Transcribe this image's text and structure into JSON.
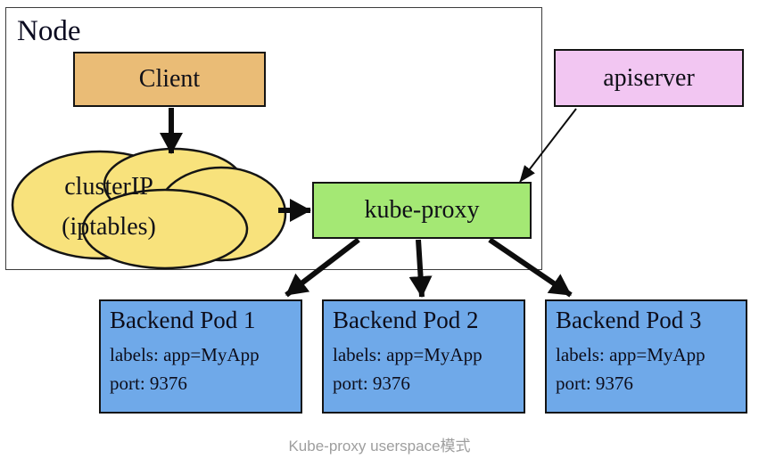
{
  "caption": "Kube-proxy userspace模式",
  "node_frame": {
    "label": "Node"
  },
  "client": {
    "label": "Client",
    "fill": "#eabc76"
  },
  "cluster_ip": {
    "line1": "clusterIP",
    "line2": "(iptables)",
    "fill": "#f8e27c"
  },
  "kube_proxy": {
    "label": "kube-proxy",
    "fill": "#a4e874"
  },
  "apiserver": {
    "label": "apiserver",
    "fill": "#f2c6f2"
  },
  "pods": [
    {
      "title": "Backend Pod 1",
      "labels_line": "labels: app=MyApp",
      "port_line": "port: 9376"
    },
    {
      "title": "Backend Pod 2",
      "labels_line": "labels: app=MyApp",
      "port_line": "port: 9376"
    },
    {
      "title": "Backend Pod 3",
      "labels_line": "labels: app=MyApp",
      "port_line": "port: 9376"
    }
  ],
  "pod_fill": "#6fa9e9",
  "edges": [
    {
      "from": "Client",
      "to": "clusterIP (iptables)"
    },
    {
      "from": "clusterIP (iptables)",
      "to": "kube-proxy"
    },
    {
      "from": "apiserver",
      "to": "kube-proxy"
    },
    {
      "from": "kube-proxy",
      "to": "Backend Pod 1"
    },
    {
      "from": "kube-proxy",
      "to": "Backend Pod 2"
    },
    {
      "from": "kube-proxy",
      "to": "Backend Pod 3"
    }
  ],
  "colors": {
    "arrow": "#0d0d0d",
    "box_border": "#141414",
    "node_border": "#3c3c3c",
    "caption_text": "#9e9e9e"
  }
}
